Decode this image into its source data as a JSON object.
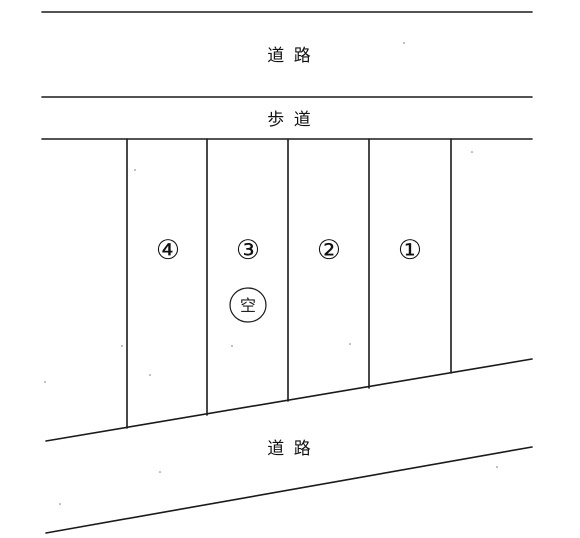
{
  "labels": {
    "road_top": "道 路",
    "sidewalk": "歩 道",
    "road_bottom": "道 路"
  },
  "lots": [
    {
      "label": "④"
    },
    {
      "label": "③"
    },
    {
      "label": "②"
    },
    {
      "label": "①"
    }
  ],
  "vacancy_mark": "空",
  "colors": {
    "ink": "#1a1a1a",
    "background": "#ffffff"
  }
}
